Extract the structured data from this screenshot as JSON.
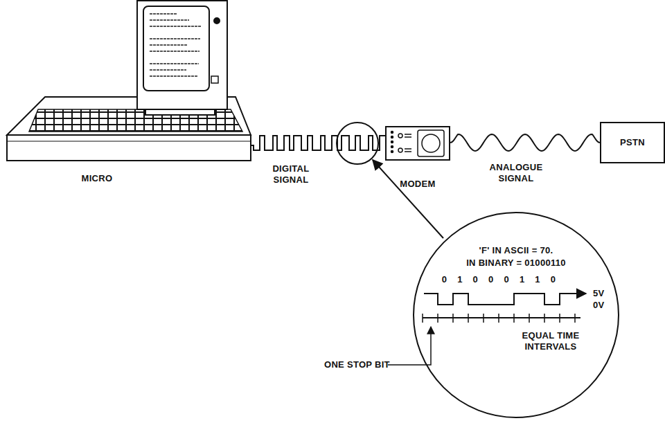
{
  "diagram": {
    "nodes": [
      {
        "text": [
          "MICRO"
        ]
      },
      {
        "text": [
          "MODEM"
        ]
      },
      {
        "text": [
          "PSTN"
        ]
      },
      {
        "text": [
          "'F' IN ASCII = 70.",
          "IN BINARY = 01000110",
          "0 1 0 0 0 1 1 0",
          "5V",
          "0V",
          "EQUAL TIME INTERVALS"
        ]
      }
    ],
    "edges": [
      {
        "from": 0,
        "to": 1,
        "label": "DIGITAL SIGNAL",
        "arrow": "none"
      },
      {
        "from": 1,
        "to": 2,
        "label": "ANALOGUE SIGNAL",
        "arrow": "none"
      }
    ],
    "labels": [
      "ONE STOP BIT"
    ]
  }
}
